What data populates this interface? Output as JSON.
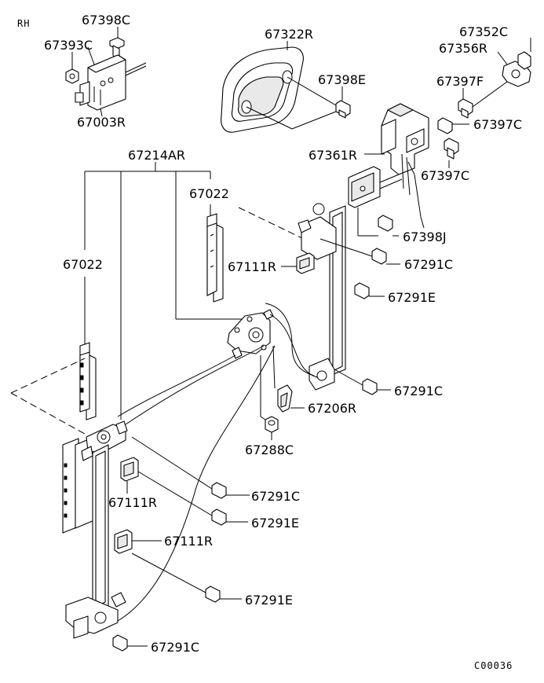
{
  "corner_label": "RH",
  "figure_code": "C00036",
  "callouts": [
    {
      "id": "c1",
      "text": "67398C"
    },
    {
      "id": "c2",
      "text": "67393C"
    },
    {
      "id": "c3",
      "text": "67003R"
    },
    {
      "id": "c4",
      "text": "67322R"
    },
    {
      "id": "c5",
      "text": "67398E"
    },
    {
      "id": "c6",
      "text": "67352C"
    },
    {
      "id": "c7",
      "text": "67356R"
    },
    {
      "id": "c8",
      "text": "67397F"
    },
    {
      "id": "c9",
      "text": "67397C"
    },
    {
      "id": "c10",
      "text": "67361R"
    },
    {
      "id": "c11",
      "text": "67397C"
    },
    {
      "id": "c12",
      "text": "67214AR"
    },
    {
      "id": "c13",
      "text": "67022"
    },
    {
      "id": "c14",
      "text": "67022"
    },
    {
      "id": "c15",
      "text": "67398J"
    },
    {
      "id": "c16",
      "text": "67291C"
    },
    {
      "id": "c17",
      "text": "67111R"
    },
    {
      "id": "c18",
      "text": "67291E"
    },
    {
      "id": "c19",
      "text": "67291C"
    },
    {
      "id": "c20",
      "text": "67206R"
    },
    {
      "id": "c21",
      "text": "67288C"
    },
    {
      "id": "c22",
      "text": "67111R"
    },
    {
      "id": "c23",
      "text": "67291C"
    },
    {
      "id": "c24",
      "text": "67291E"
    },
    {
      "id": "c25",
      "text": "67111R"
    },
    {
      "id": "c26",
      "text": "67291E"
    },
    {
      "id": "c27",
      "text": "67291C"
    }
  ]
}
